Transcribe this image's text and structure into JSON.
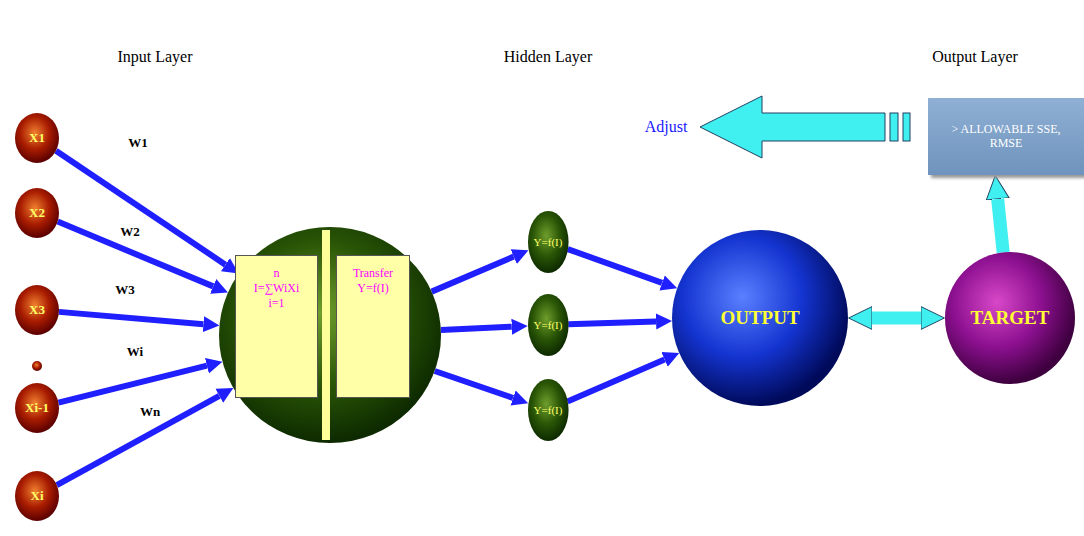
{
  "diagram": {
    "nodes": [
      {
        "text": [
          "X1"
        ]
      },
      {
        "text": [
          "X2"
        ]
      },
      {
        "text": [
          "X3"
        ]
      },
      {
        "text": [
          "Xi-1"
        ]
      },
      {
        "text": [
          "Xi"
        ]
      },
      {
        "text": []
      },
      {
        "text": [
          "n",
          "I=∑WiXi",
          "i=1"
        ],
        "in": 5
      },
      {
        "text": [
          "Transfer",
          "Y=f(I)"
        ],
        "in": 5
      },
      {
        "text": [
          "Y=f(I)"
        ]
      },
      {
        "text": [
          "Y=f(I)"
        ]
      },
      {
        "text": [
          "Y=f(I)"
        ]
      },
      {
        "text": [
          "OUTPUT"
        ]
      },
      {
        "text": [
          "TARGET"
        ]
      },
      {
        "text": [
          "> ALLOWABLE SSE, RMSE"
        ]
      }
    ],
    "edges": [
      {
        "from": 0,
        "to": 5,
        "arrow": "to",
        "label": "W1"
      },
      {
        "from": 1,
        "to": 5,
        "arrow": "to",
        "label": "W2"
      },
      {
        "from": 2,
        "to": 5,
        "arrow": "to",
        "label": "W3"
      },
      {
        "from": 3,
        "to": 5,
        "arrow": "to",
        "label": "Wi"
      },
      {
        "from": 4,
        "to": 5,
        "arrow": "to",
        "label": "Wn"
      },
      {
        "from": 5,
        "to": 8,
        "arrow": "to"
      },
      {
        "from": 5,
        "to": 9,
        "arrow": "to"
      },
      {
        "from": 5,
        "to": 10,
        "arrow": "to"
      },
      {
        "from": 8,
        "to": 11,
        "arrow": "to"
      },
      {
        "from": 9,
        "to": 11,
        "arrow": "to"
      },
      {
        "from": 10,
        "to": 11,
        "arrow": "to"
      },
      {
        "from": 11,
        "to": 12,
        "arrow": "both"
      },
      {
        "from": 12,
        "to": 13,
        "arrow": "to"
      }
    ],
    "labels": [
      "Input Layer",
      "Hidden Layer",
      "Output Layer",
      "Adjust"
    ]
  }
}
